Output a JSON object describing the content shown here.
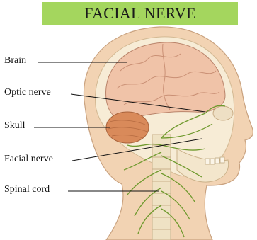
{
  "title": "FACIAL NERVE",
  "labels": {
    "brain": "Brain",
    "optic_nerve": "Optic nerve",
    "skull": "Skull",
    "facial_nerve": "Facial nerve",
    "spinal_cord": "Spinal cord"
  },
  "colors": {
    "title_bg": "#a4d65e",
    "skin": "#f2d3b3",
    "skull_bone": "#f7ecd6",
    "brain": "#f0c3a8",
    "cerebellum": "#d98a5a",
    "nerve": "#6f9a2e",
    "spine": "#efe2c4"
  }
}
